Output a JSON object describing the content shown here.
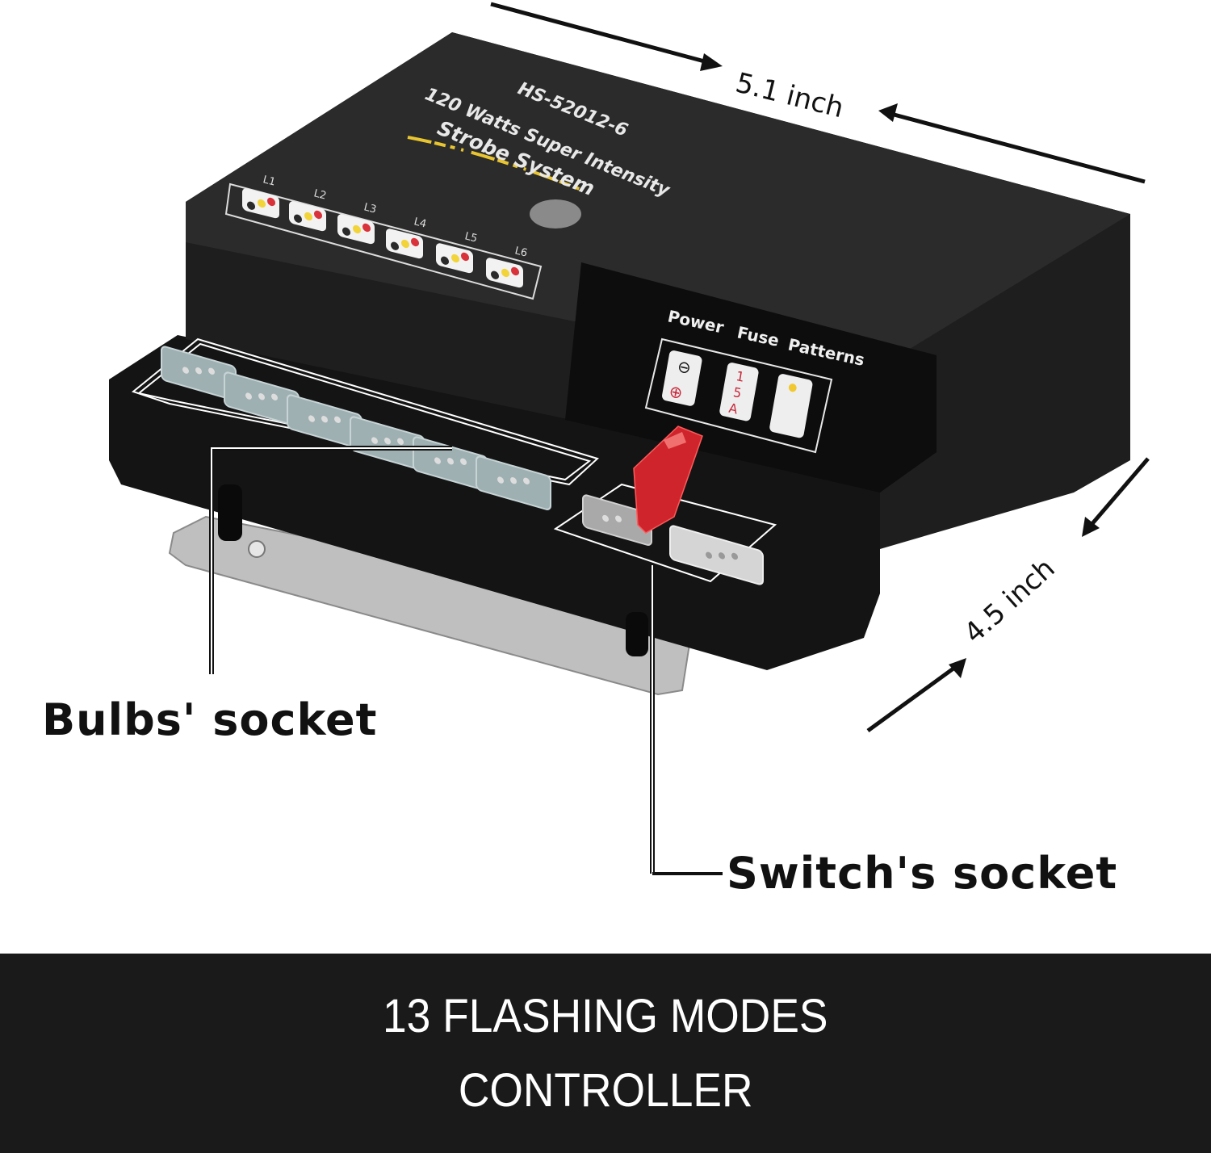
{
  "device": {
    "model": "HS-52012-6",
    "subtitle": "120 Watts Super Intensity",
    "system_name": "Strobe System",
    "channels": [
      "L1",
      "L2",
      "L3",
      "L4",
      "L5",
      "L6"
    ],
    "channel_led_colors": {
      "top": "#d9323a",
      "middle": "#f2d43a",
      "bottom": "#2a2a2a"
    },
    "panel_labels": {
      "power": "Power",
      "fuse": "Fuse",
      "patterns": "Patterns"
    },
    "power_symbols": {
      "negative": "⊖",
      "positive": "⊕"
    },
    "fuse_rating": {
      "digit1": "1",
      "digit2": "5",
      "unit": "A"
    },
    "bulb_socket_count": 6,
    "switch_socket_count": 2,
    "body_color": "#141414",
    "fuse_color": "#d0242c"
  },
  "dimensions": {
    "width_label": "5.1 inch",
    "depth_label": "4.5 inch"
  },
  "callouts": {
    "bulbs_socket": "Bulbs' socket",
    "switch_socket": "Switch's socket"
  },
  "footer": {
    "line1": "13 FLASHING MODES",
    "line2": "CONTROLLER"
  }
}
